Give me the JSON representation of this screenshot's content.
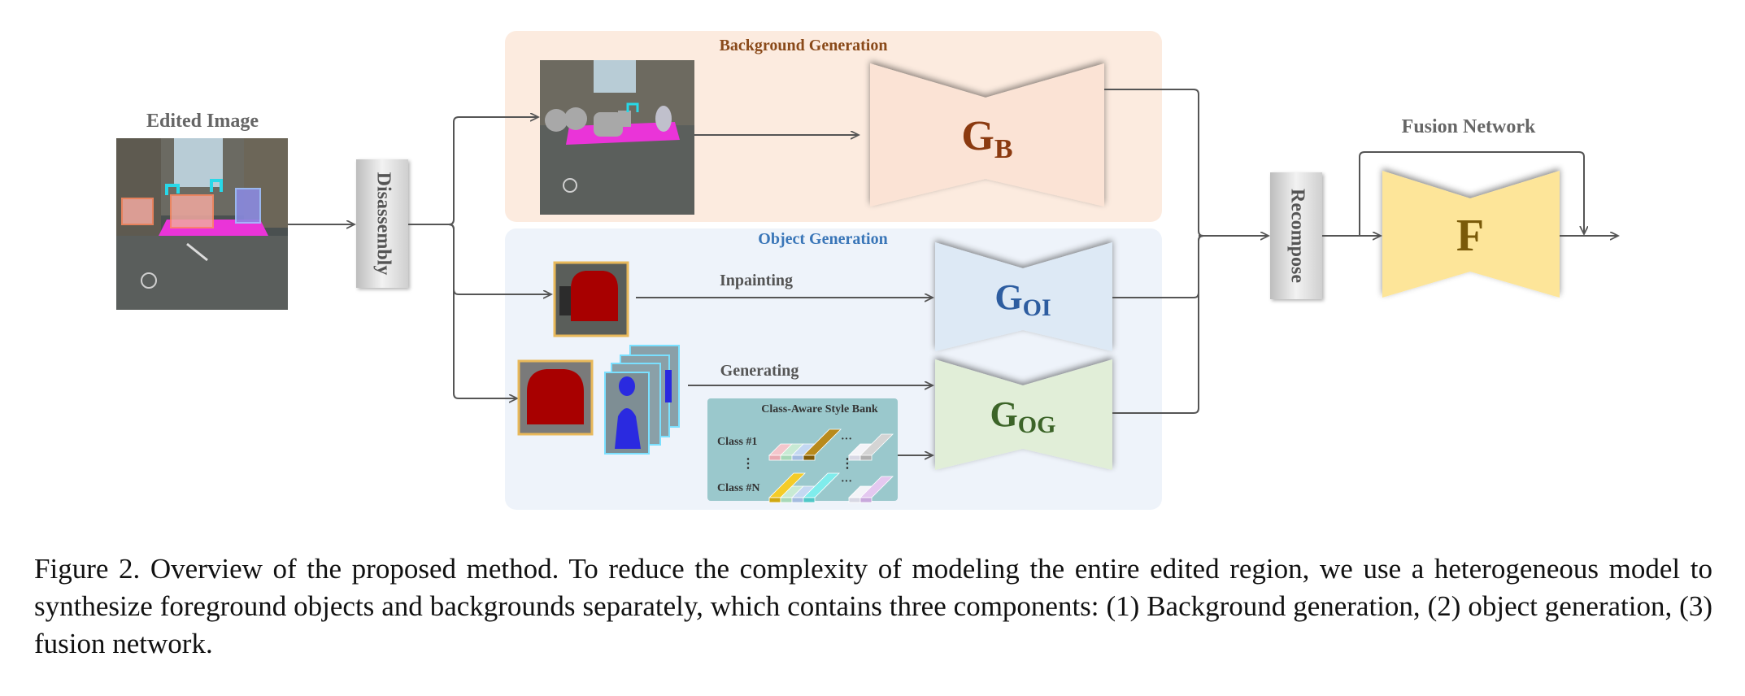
{
  "diagram": {
    "input_label": "Edited Image",
    "disassembly_label": "Disassembly",
    "recompose_label": "Recompose",
    "background_panel": {
      "title": "Background Generation",
      "generator": {
        "main": "G",
        "sub": "B"
      }
    },
    "object_panel": {
      "title": "Object Generation",
      "inpainting_label": "Inpainting",
      "generating_label": "Generating",
      "generator_inpaint": {
        "main": "G",
        "sub": "OI"
      },
      "generator_gen": {
        "main": "G",
        "sub": "OG"
      },
      "style_bank": {
        "title": "Class-Aware Style Bank",
        "class_first": "Class #1",
        "class_last": "Class #N",
        "ellipsis": "⋮",
        "dots": "···"
      }
    },
    "fusion": {
      "title": "Fusion Network",
      "main": "F"
    },
    "colors": {
      "bg_panel": "#fcebdf",
      "obj_panel": "#eef3fa",
      "gen_b": "#fbe3d5",
      "gen_oi": "#dde9f5",
      "gen_og": "#e1eed8",
      "fusion": "#fde599",
      "text_b": "#8b3a10",
      "text_oi": "#2d5da0",
      "text_og": "#3c6428",
      "text_f": "#7a5a0a",
      "panel_title_b": "#8a4a1a",
      "panel_title_o": "#3a76b8",
      "label_gray": "#666666"
    }
  },
  "caption": "Figure 2. Overview of the proposed method. To reduce the complexity of modeling the entire edited region, we use a heterogeneous model to synthesize foreground objects and backgrounds separately, which contains three components: (1) Background generation, (2) object generation, (3) fusion network."
}
